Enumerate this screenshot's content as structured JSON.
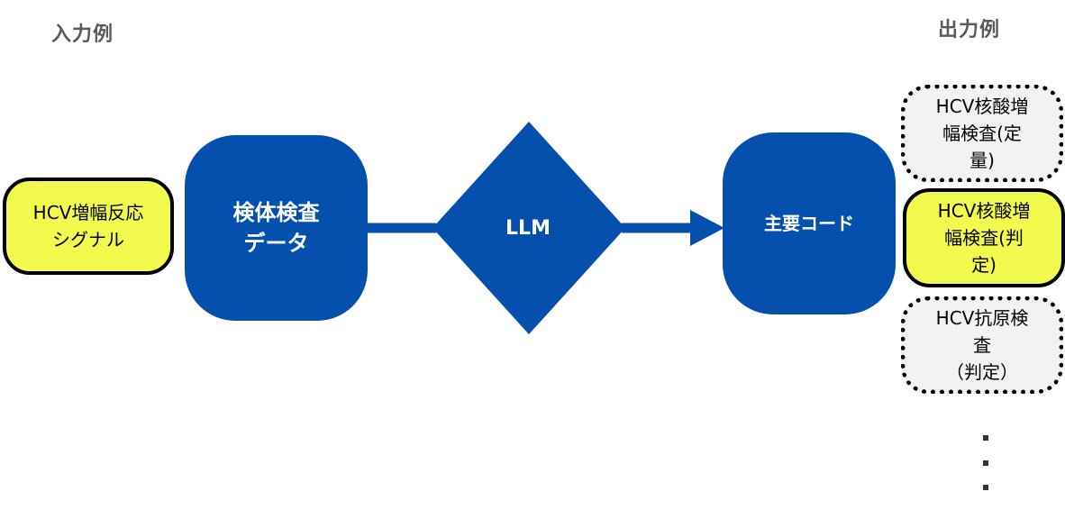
{
  "headings": {
    "input": "入力例",
    "output": "出力例"
  },
  "input_box": {
    "label": "HCV増幅反応\nシグナル"
  },
  "specimen_box": {
    "label": "検体検査\nデータ"
  },
  "model": {
    "label": "LLM"
  },
  "code_box": {
    "label": "主要コード"
  },
  "outputs": [
    {
      "label": "HCV核酸増\n幅検査(定\n量)",
      "style": "dotted"
    },
    {
      "label": "HCV核酸増\n幅検査(判\n定)",
      "style": "selected"
    },
    {
      "label": "HCV抗原検\n査\n（判定）",
      "style": "dotted"
    }
  ],
  "colors": {
    "primary_blue": "#0550AD",
    "highlight_yellow": "#F2FA4E",
    "output_gray": "#F2F2F2",
    "heading_gray": "#5A5A5A"
  }
}
